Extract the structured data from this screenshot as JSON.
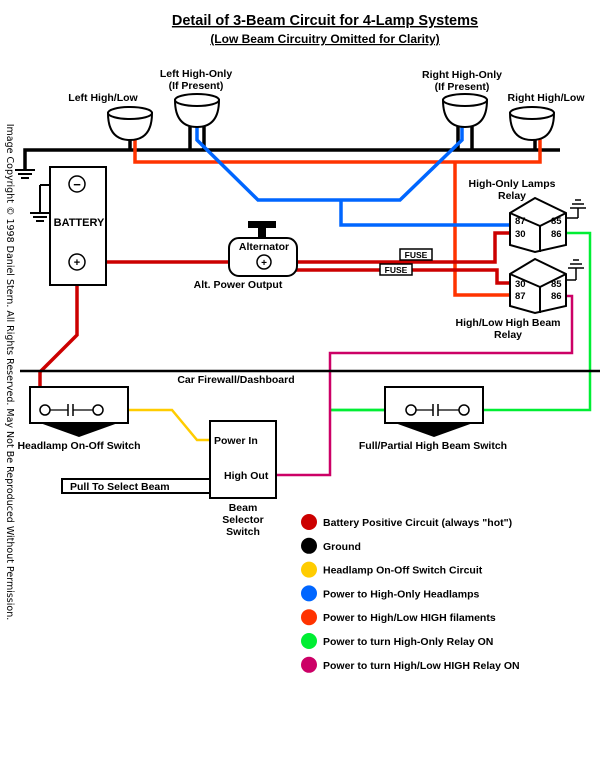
{
  "title": "Detail of 3-Beam Circuit for 4-Lamp Systems",
  "subtitle": "(Low Beam Circuitry Omitted for Clarity)",
  "copyright": "Image Copyright © 1998 Daniel Stern.  All Rights Reserved.  May Not Be Reproduced Without Permission.",
  "lamps": {
    "left_high_low": "Left High/Low",
    "left_high_only_1": "Left High-Only",
    "left_high_only_2": "(If Present)",
    "right_high_only_1": "Right High-Only",
    "right_high_only_2": "(If Present)",
    "right_high_low": "Right High/Low"
  },
  "battery": {
    "label": "BATTERY",
    "neg": "−",
    "pos": "+"
  },
  "alternator": {
    "label": "Alternator",
    "pos": "+",
    "output": "Alt. Power Output"
  },
  "fuses": [
    "FUSE",
    "FUSE"
  ],
  "relays": {
    "high_only_1": "High-Only Lamps",
    "high_only_2": "Relay",
    "high_low_1": "High/Low High Beam",
    "high_low_2": "Relay",
    "pins": [
      "87",
      "30",
      "85",
      "86"
    ]
  },
  "firewall": "Car Firewall/Dashboard",
  "headlamp_switch": "Headlamp On-Off Switch",
  "full_partial_switch": "Full/Partial High Beam Switch",
  "selector": {
    "power_in": "Power In",
    "high_out": "High Out",
    "label_1": "Beam",
    "label_2": "Selector",
    "label_3": "Switch",
    "pull": "Pull To Select Beam"
  },
  "colors": {
    "battery_positive": "#cc0000",
    "ground": "#000000",
    "headlamp_switch": "#ffcc00",
    "high_only": "#0066ff",
    "high_low": "#ff3300",
    "high_only_relay": "#00ee33",
    "high_low_relay": "#cc0066"
  },
  "legend": [
    {
      "label": "Battery Positive Circuit (always \"hot\")",
      "color": "#cc0000"
    },
    {
      "label": "Ground",
      "color": "#000000"
    },
    {
      "label": "Headlamp On-Off Switch Circuit",
      "color": "#ffcc00"
    },
    {
      "label": "Power to High-Only Headlamps",
      "color": "#0066ff"
    },
    {
      "label": "Power to High/Low HIGH filaments",
      "color": "#ff3300"
    },
    {
      "label": "Power to turn High-Only Relay ON",
      "color": "#00ee33"
    },
    {
      "label": "Power to turn High/Low HIGH Relay ON",
      "color": "#cc0066"
    }
  ]
}
